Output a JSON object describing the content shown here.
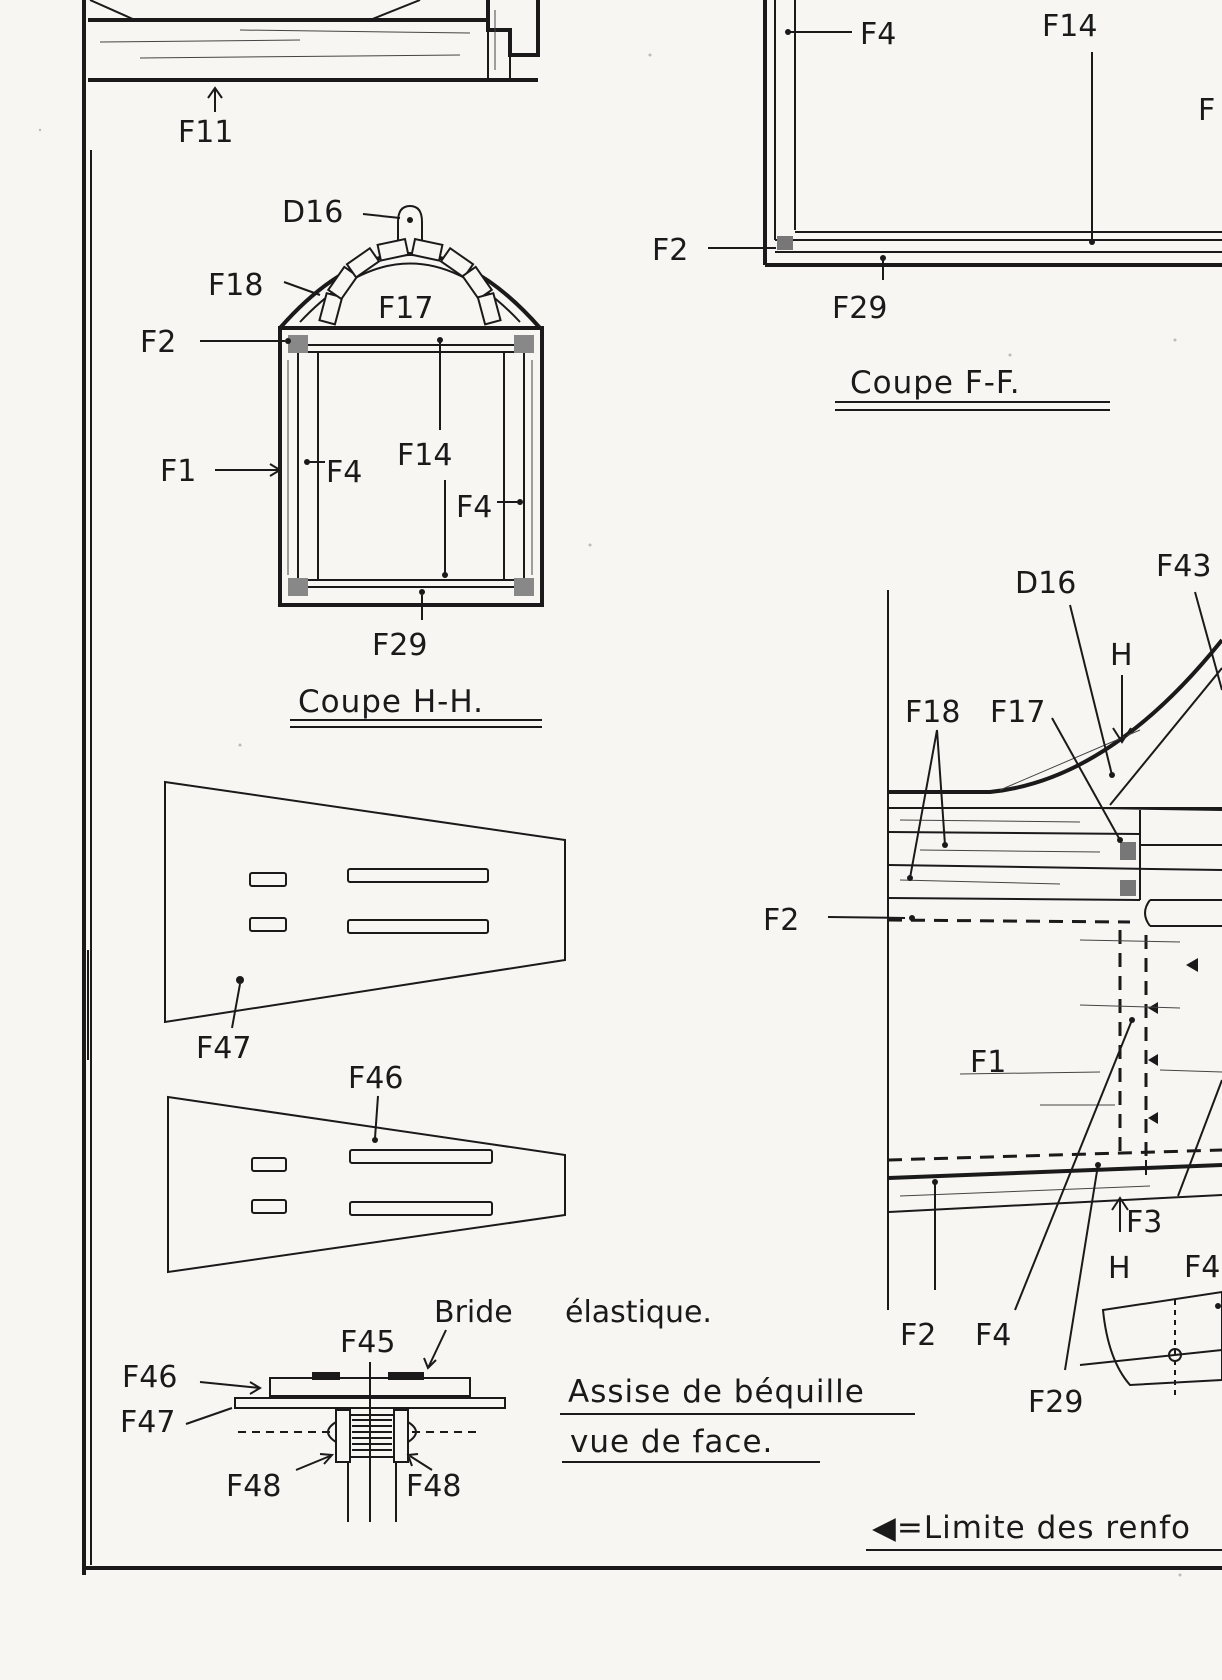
{
  "labels": {
    "f11": "F11",
    "f4_top": "F4",
    "f14_top": "F14",
    "f_top_cut": "F",
    "f2_ff": "F2",
    "f29_ff": "F29",
    "d16_hh": "D16",
    "f18_hh": "F18",
    "f17_hh": "F17",
    "f2_hh": "F2",
    "f1_hh": "F1",
    "f4_hh_left": "F4",
    "f14_hh": "F14",
    "f4_hh_right": "F4",
    "f29_hh": "F29",
    "f47_plate": "F47",
    "f46_plate": "F46",
    "bride": "Bride",
    "elastique": "élastique.",
    "f45": "F45",
    "f46_front": "F46",
    "f47_front": "F47",
    "f48_left": "F48",
    "f48_right": "F48",
    "d16_side": "D16",
    "f43_side": "F43",
    "h_top": "H",
    "f18_side": "F18",
    "f17_side": "F17",
    "f2_side": "F2",
    "f1_side": "F1",
    "f3_side": "F3",
    "h_bottom": "H",
    "f4_side_right": "F4",
    "f2_side_bottom": "F2",
    "f4_side_bottom": "F4",
    "f29_side": "F29"
  },
  "captions": {
    "coupe_ff": "Coupe F-F.",
    "coupe_hh": "Coupe H-H.",
    "assise_line1": "Assise de béquille",
    "assise_line2": "vue de face.",
    "legend": "◀=Limite des renfo"
  }
}
